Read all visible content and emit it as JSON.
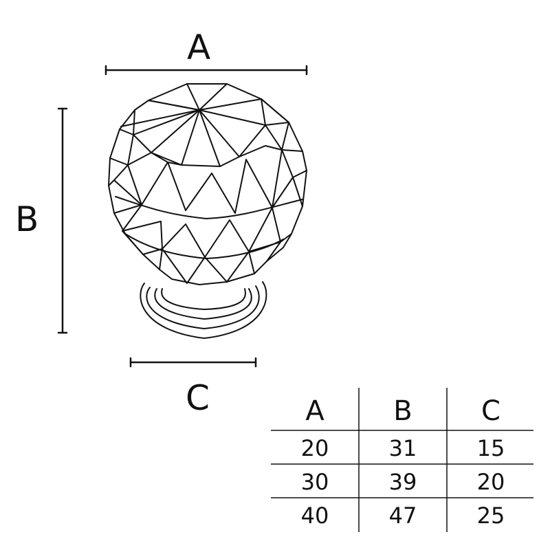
{
  "dimension_labels": {
    "a": "A",
    "b": "B",
    "c": "C"
  },
  "table": {
    "headers": [
      "A",
      "B",
      "C"
    ],
    "rows": [
      [
        "20",
        "31",
        "15"
      ],
      [
        "30",
        "39",
        "20"
      ],
      [
        "40",
        "47",
        "25"
      ]
    ]
  },
  "colors": {
    "ink": "#111111",
    "background": "#ffffff"
  }
}
